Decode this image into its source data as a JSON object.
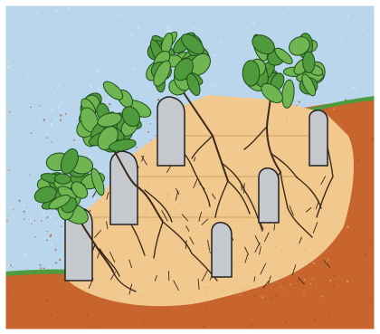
{
  "colors": {
    "sky": "#b9d6ec",
    "sky_speckle": "#e2eef8",
    "grass": "#4f9a3c",
    "soil": "#c8642e",
    "soil_speckle": "#a94f22",
    "root_zone": "#f1c98f",
    "root_zone_dark": "#e8b36c",
    "stone": "#c5c8cc",
    "stone_outline": "#222222",
    "trunk": "#3a2a1a",
    "foliage": "#4f9a3c",
    "foliage_light": "#6fb552",
    "foliage_outline": "#1f4d1a"
  },
  "trees": [
    {
      "id": "tree-1",
      "tier": 1
    },
    {
      "id": "tree-2",
      "tier": 2
    },
    {
      "id": "tree-3",
      "tier": 3
    },
    {
      "id": "tree-4",
      "tier": 4
    }
  ],
  "stones": [
    {
      "id": "stone-1",
      "tier": 1
    },
    {
      "id": "stone-2",
      "tier": 2
    },
    {
      "id": "stone-3",
      "tier": 3
    },
    {
      "id": "stone-4",
      "tier": 1
    },
    {
      "id": "stone-5",
      "tier": 2
    },
    {
      "id": "stone-6",
      "tier": 3
    }
  ]
}
